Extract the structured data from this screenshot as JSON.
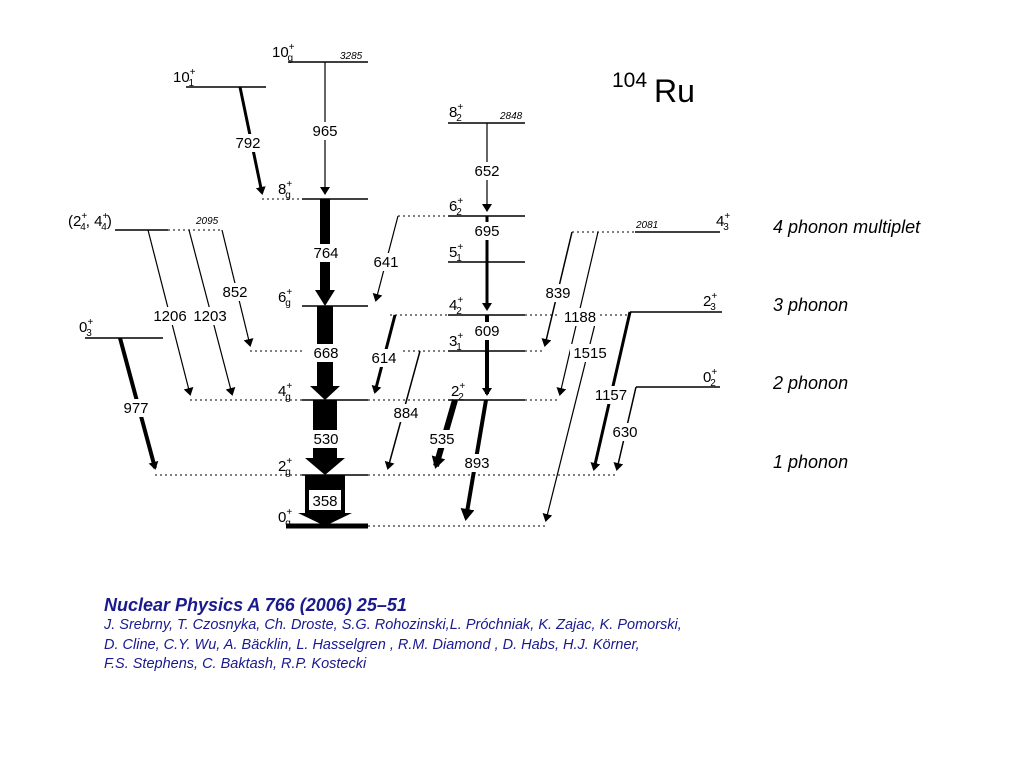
{
  "nucleus": {
    "mass": "104",
    "symbol": "Ru"
  },
  "phonon_labels": [
    "4 phonon multiplet",
    "3 phonon",
    "2 phonon",
    "1 phonon"
  ],
  "levels": [
    {
      "spin": "0",
      "sub": "g"
    },
    {
      "spin": "2",
      "sub": "g"
    },
    {
      "spin": "4",
      "sub": "g"
    },
    {
      "spin": "6",
      "sub": "g"
    },
    {
      "spin": "8",
      "sub": "g"
    },
    {
      "spin": "10",
      "sub": "g",
      "energy": "3285"
    },
    {
      "spin": "10",
      "sub": "1"
    },
    {
      "spin": "2",
      "sub": "2"
    },
    {
      "spin": "3",
      "sub": "1"
    },
    {
      "spin": "4",
      "sub": "2"
    },
    {
      "spin": "5",
      "sub": "1"
    },
    {
      "spin": "6",
      "sub": "2"
    },
    {
      "spin": "8",
      "sub": "2",
      "energy": "2848"
    },
    {
      "spin": "0",
      "sub": "3"
    },
    {
      "spin": "0",
      "sub": "2"
    },
    {
      "spin": "2",
      "sub": "3"
    },
    {
      "spin": "4",
      "sub": "3",
      "energy": "2081"
    },
    {
      "spin": "(2",
      "sub": "4",
      "spin2": ", 4",
      "sub2": "4",
      "close": ")",
      "energy": "2095"
    }
  ],
  "transitions": [
    "358",
    "530",
    "668",
    "764",
    "965",
    "792",
    "893",
    "535",
    "609",
    "695",
    "652",
    "614",
    "641",
    "884",
    "977",
    "1206",
    "1203",
    "852",
    "839",
    "1188",
    "1515",
    "1157",
    "630"
  ],
  "reference": {
    "journal": "Nuclear Physics A 766 (2006) 25–51",
    "authors": [
      "J. Srebrny, T. Czosnyka, Ch. Droste, S.G. Rohozinski,L. Próchniak, K. Zajac, K. Pomorski,",
      "D. Cline, C.Y. Wu, A. Bäcklin, L. Hasselgren , R.M. Diamond , D. Habs, H.J. Körner,",
      "F.S. Stephens, C. Baktash, R.P. Kostecki"
    ]
  }
}
